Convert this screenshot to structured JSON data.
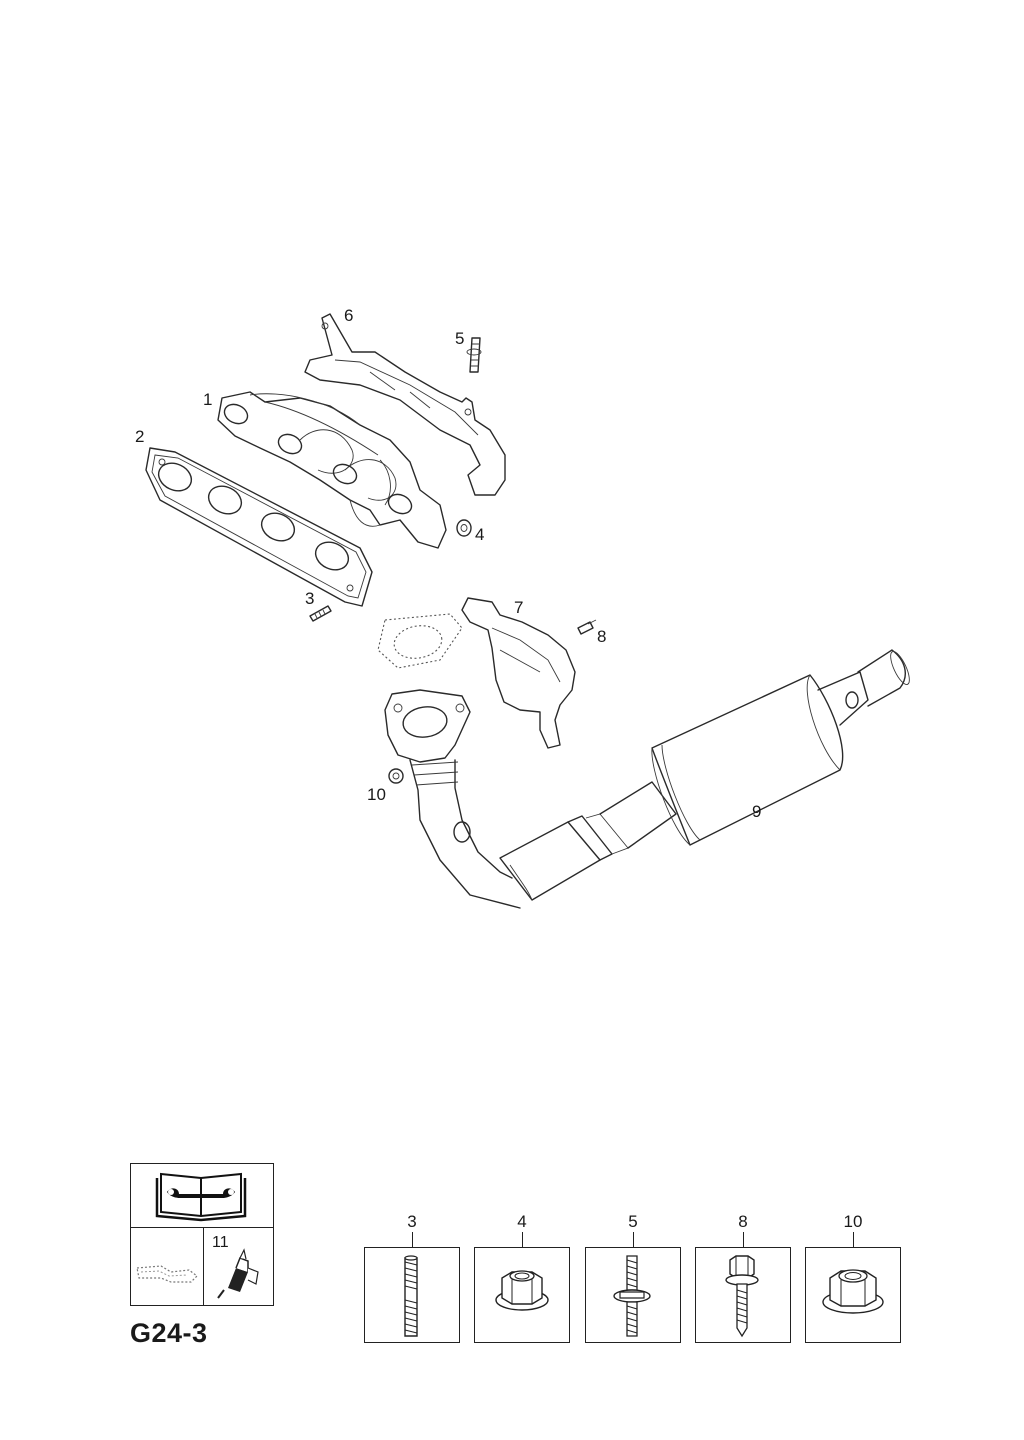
{
  "callouts": {
    "c1": "1",
    "c2": "2",
    "c3": "3",
    "c4": "4",
    "c5": "5",
    "c6": "6",
    "c7": "7",
    "c8": "8",
    "c9": "9",
    "c10": "10"
  },
  "legend": {
    "item_number": "11",
    "icons": [
      "repair-manual-icon",
      "gasket-sealant-icon",
      "sealant-tube-icon"
    ]
  },
  "page_code": "G24-3",
  "fastener_parts": [
    {
      "number": "3",
      "icon": "stud-icon"
    },
    {
      "number": "4",
      "icon": "flange-nut-icon"
    },
    {
      "number": "5",
      "icon": "collar-stud-icon"
    },
    {
      "number": "8",
      "icon": "flange-bolt-icon"
    },
    {
      "number": "10",
      "icon": "flange-nut-large-icon"
    }
  ]
}
